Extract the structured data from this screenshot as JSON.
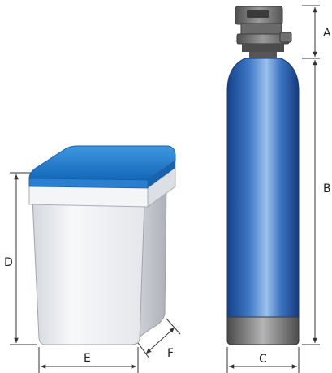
{
  "dimensions": {
    "a": "A",
    "b": "B",
    "c": "C",
    "d": "D",
    "e": "E",
    "f": "F"
  },
  "colors": {
    "tank_blue": "#2f68b4",
    "tank_highlight": "#9cc1ec",
    "lid_blue": "#1e7fd0",
    "cabinet_body": "#eef0f3",
    "tank_base": "#8a8a8a",
    "valve_head": "#6f6f6f"
  }
}
